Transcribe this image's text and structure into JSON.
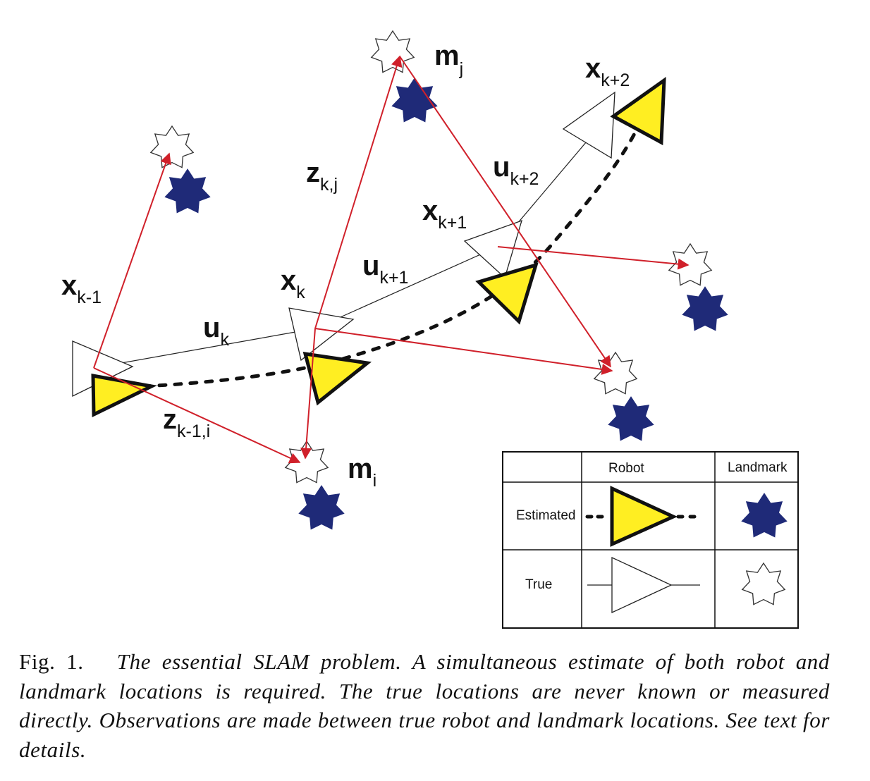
{
  "colors": {
    "estimated_robot_fill": "#ffee22",
    "landmark_estimated": "#1f2a78",
    "observation_arrow": "#d0202a",
    "true_outline": "#222222"
  },
  "labels": {
    "x_km1": {
      "main": "x",
      "sub": "k-1"
    },
    "x_k": {
      "main": "x",
      "sub": "k"
    },
    "x_kp1": {
      "main": "x",
      "sub": "k+1"
    },
    "x_kp2": {
      "main": "x",
      "sub": "k+2"
    },
    "u_k": {
      "main": "u",
      "sub": "k"
    },
    "u_kp1": {
      "main": "u",
      "sub": "k+1"
    },
    "u_kp2": {
      "main": "u",
      "sub": "k+2"
    },
    "z_kj": {
      "main": "z",
      "sub": "k,j"
    },
    "z_km1i": {
      "main": "z",
      "sub": "k-1,i"
    },
    "m_j": {
      "main": "m",
      "sub": "j"
    },
    "m_i": {
      "main": "m",
      "sub": "i"
    }
  },
  "legend": {
    "col_robot": "Robot",
    "col_landmark": "Landmark",
    "row_estimated": "Estimated",
    "row_true": "True"
  },
  "caption": {
    "fig": "Fig. 1.",
    "text": "The essential SLAM problem. A simultaneous estimate of both robot and landmark locations is required. The true locations are never known or measured directly. Observations are made between true robot and landmark locations. See text for details."
  }
}
